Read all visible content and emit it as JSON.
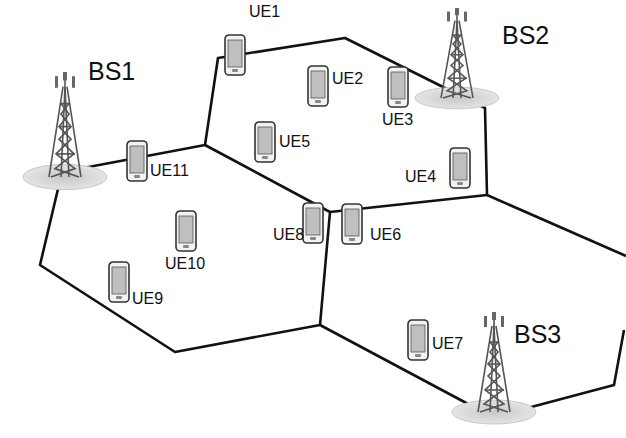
{
  "diagram": {
    "labels": [
      "UE1",
      "BS2",
      "BS1",
      "UE2",
      "UE3",
      "UE5",
      "UE11",
      "UE4",
      "UE8",
      "UE6",
      "UE10",
      "UE9",
      "UE7",
      "BS3"
    ]
  }
}
